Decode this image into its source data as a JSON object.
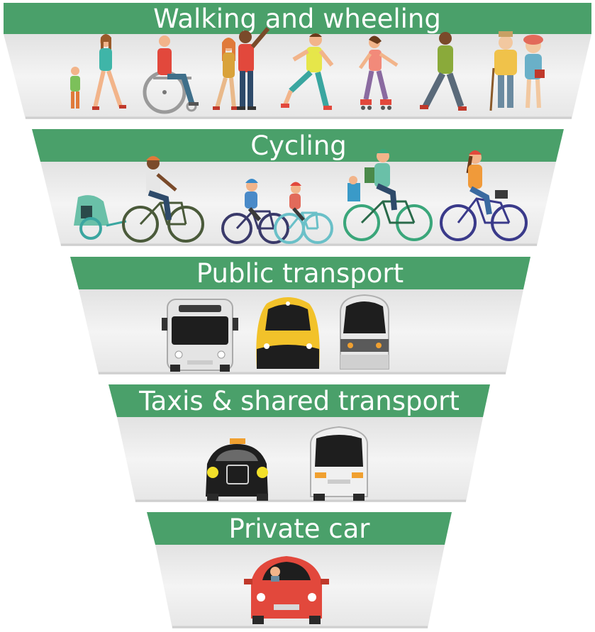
{
  "tiers": [
    {
      "label": "Walking and wheeling",
      "icons": [
        "child-icon",
        "woman-walking-icon",
        "wheelchair-user-icon",
        "couple-walking-icon",
        "runner-icon",
        "rollerskater-icon",
        "man-walking-icon",
        "elderly-couple-icon"
      ]
    },
    {
      "label": "Cycling",
      "icons": [
        "bike-trailer-icon",
        "cyclist-adult-icon",
        "cyclist-child-icon",
        "cyclist-child-icon",
        "cyclist-with-child-seat-icon",
        "cyclist-woman-icon"
      ]
    },
    {
      "label": "Public transport",
      "icons": [
        "bus-icon",
        "train-icon",
        "tram-icon"
      ]
    },
    {
      "label": "Taxis & shared transport",
      "icons": [
        "taxi-icon",
        "minibus-icon"
      ]
    },
    {
      "label": "Private car",
      "icons": [
        "private-car-icon"
      ]
    }
  ],
  "colors": {
    "band": "#4aa06a",
    "panel": "#ececec",
    "panel_shadow": "#d2d2d2"
  }
}
